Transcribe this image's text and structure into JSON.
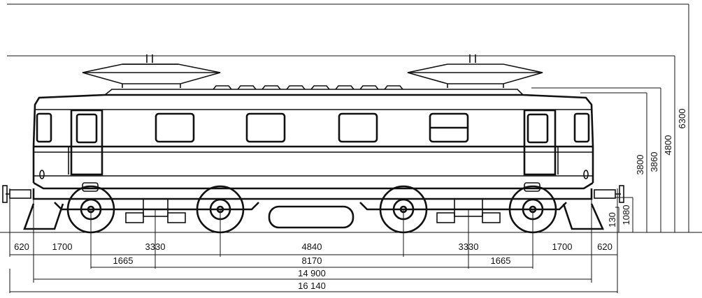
{
  "diagram": {
    "ink_color": "#111111",
    "background_color": "#ffffff",
    "horizontal_dimensions": {
      "row1": [
        "620",
        "1700",
        "3330",
        "4840",
        "3330",
        "1700",
        "620"
      ],
      "row2": [
        "1665",
        "8170",
        "1665"
      ],
      "row3": "14 900",
      "row4": "16 140"
    },
    "vertical_dimensions": [
      "130",
      "1080",
      "3800",
      "3860",
      "4800",
      "6300"
    ]
  }
}
